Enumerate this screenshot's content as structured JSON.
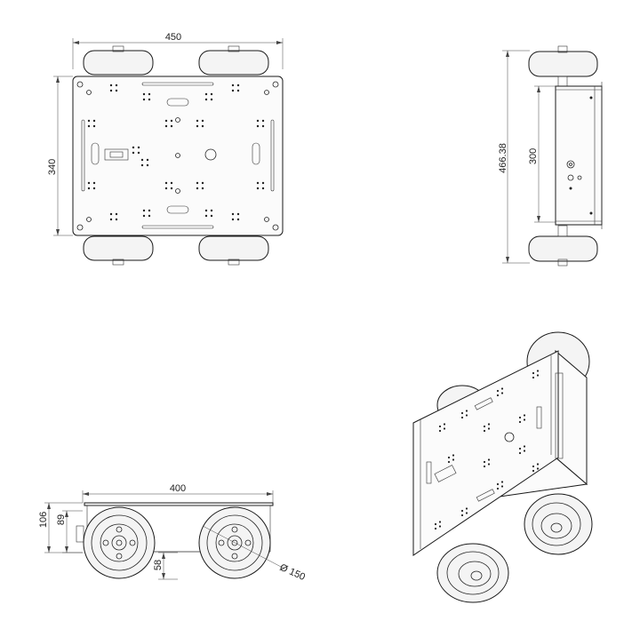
{
  "dimensions": {
    "top_width": "450",
    "top_height": "340",
    "side_total": "466.38",
    "side_inner": "300",
    "front_width": "400",
    "front_height_total": "106",
    "front_height_inner": "89",
    "ground_clearance": "58",
    "wheel_diameter": "Ø 150"
  },
  "colors": {
    "line": "#1a1a1a",
    "background": "#ffffff"
  }
}
